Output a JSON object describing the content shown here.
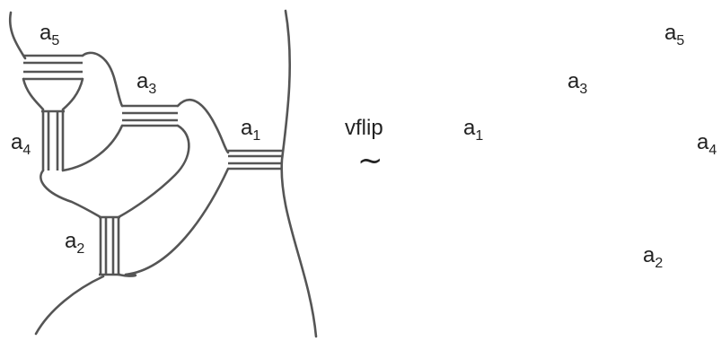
{
  "left": {
    "labels": [
      {
        "base": "a",
        "sub": "5"
      },
      {
        "base": "a",
        "sub": "3"
      },
      {
        "base": "a",
        "sub": "1"
      },
      {
        "base": "a",
        "sub": "4"
      },
      {
        "base": "a",
        "sub": "2"
      }
    ]
  },
  "right": {
    "labels": [
      {
        "base": "a",
        "sub": "5"
      },
      {
        "base": "a",
        "sub": "3"
      },
      {
        "base": "a",
        "sub": "1"
      },
      {
        "base": "a",
        "sub": "4"
      },
      {
        "base": "a",
        "sub": "2"
      }
    ]
  },
  "relation": {
    "word": "vflip",
    "symbol": "~"
  },
  "colors": {
    "stroke": "#555555",
    "text": "#222222"
  }
}
